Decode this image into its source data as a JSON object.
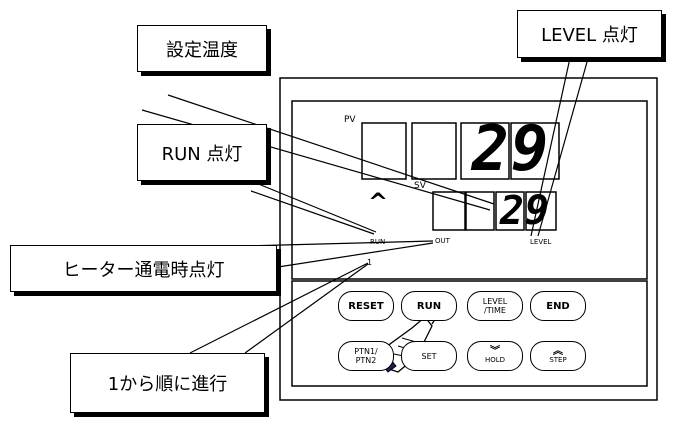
{
  "callouts": {
    "set_temperature": "設定温度",
    "level_lit": "LEVEL 点灯",
    "run_lit": "RUN 点灯",
    "heater_on": "ヒーター通電時点灯",
    "sequence": "1から順に進行"
  },
  "panel": {
    "pv_label": "PV",
    "sv_label": "SV",
    "pv_digits": "29",
    "sv_digits": "29",
    "up_arrow": "^",
    "run_indicator": "RUN",
    "out_indicator": "OUT",
    "level_indicator": "LEVEL",
    "pattern_indicator": "1"
  },
  "keys": {
    "reset": "RESET",
    "run": "RUN",
    "level_time": "LEVEL\n/TIME",
    "end": "END",
    "ptn": "PTN1/\nPTN2",
    "set": "SET",
    "hold": "HOLD",
    "step": "STEP",
    "hold_glyph": "︾",
    "step_glyph": "︽"
  },
  "icons": [
    "pointing-hand-icon"
  ]
}
